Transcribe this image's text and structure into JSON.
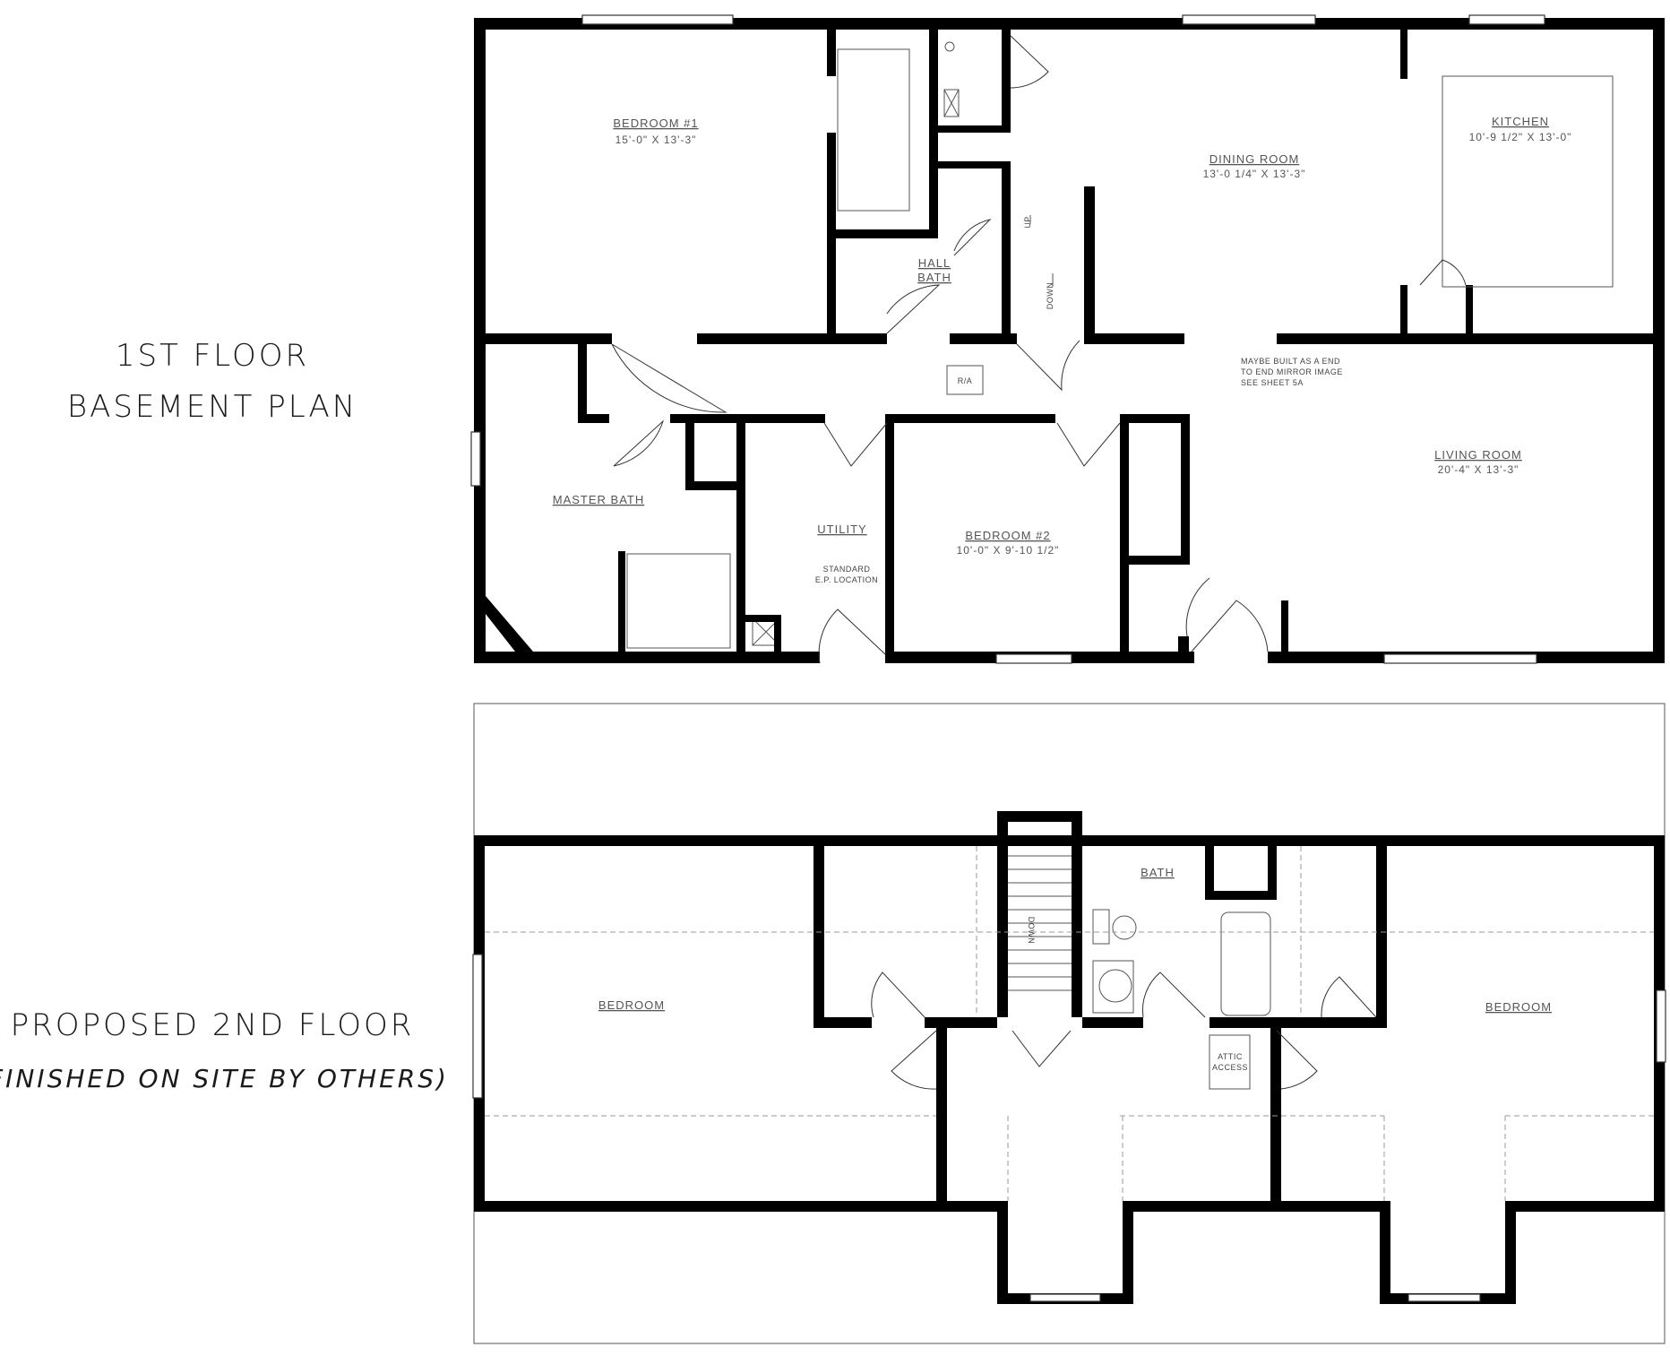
{
  "titles": {
    "first_floor_line1": "1ST FLOOR",
    "first_floor_line2": "BASEMENT PLAN",
    "second_floor_line1": "PROPOSED 2ND FLOOR",
    "second_floor_line2": "(FINISHED ON SITE BY OTHERS)"
  },
  "first_floor": {
    "bedroom1": {
      "label": "BEDROOM #1",
      "dims": "15'-0\" X 13'-3\""
    },
    "dining_room": {
      "label": "DINING ROOM",
      "dims": "13'-0 1/4\" X 13'-3\""
    },
    "kitchen": {
      "label": "KITCHEN",
      "dims": "10'-9 1/2\" X 13'-0\""
    },
    "hall_bath": {
      "label_line1": "HALL",
      "label_line2": "BATH"
    },
    "stairs_up": "UP",
    "stairs_down": "DOWN",
    "ra": "R/A",
    "note_line1": "MAYBE BUILT AS A END",
    "note_line2": "TO END MIRROR IMAGE",
    "note_line3": "SEE SHEET 5A",
    "living_room": {
      "label": "LIVING ROOM",
      "dims": "20'-4\" X 13'-3\""
    },
    "master_bath": {
      "label": "MASTER BATH"
    },
    "utility": {
      "label": "UTILITY",
      "note_line1": "STANDARD",
      "note_line2": "E.P. LOCATION"
    },
    "bedroom2": {
      "label": "BEDROOM #2",
      "dims": "10'-0\" X 9'-10 1/2\""
    }
  },
  "second_floor": {
    "bedroom_left": "BEDROOM",
    "bedroom_right": "BEDROOM",
    "bath": "BATH",
    "stairs_down": "DOWN",
    "attic_line1": "ATTIC",
    "attic_line2": "ACCESS"
  }
}
